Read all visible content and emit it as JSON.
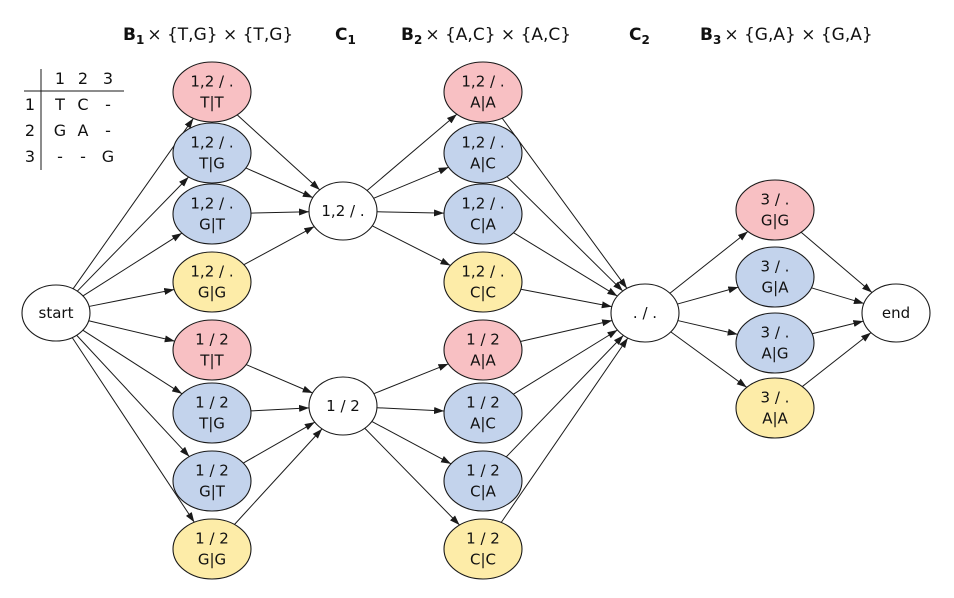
{
  "colors": {
    "red": "#f8c0c3",
    "blue": "#c3d3ec",
    "yellow": "#fdeca8",
    "white": "#ffffff"
  },
  "headers": [
    {
      "id": "b1",
      "bold": "B",
      "sub": "1",
      "rest": "× {T,G} × {T,G}"
    },
    {
      "id": "c1",
      "bold": "C",
      "sub": "1",
      "rest": ""
    },
    {
      "id": "b2",
      "bold": "B",
      "sub": "2",
      "rest": "× {A,C} × {A,C}"
    },
    {
      "id": "c2",
      "bold": "C",
      "sub": "2",
      "rest": ""
    },
    {
      "id": "b3",
      "bold": "B",
      "sub": "3",
      "rest": "× {G,A} × {G,A}"
    }
  ],
  "table": {
    "col_headers": [
      "1",
      "2",
      "3"
    ],
    "rows": [
      {
        "label": "1",
        "cells": [
          "T",
          "C",
          "-"
        ]
      },
      {
        "label": "2",
        "cells": [
          "G",
          "A",
          "-"
        ]
      },
      {
        "label": "3",
        "cells": [
          "-",
          "-",
          "G"
        ]
      }
    ]
  },
  "nodes": [
    {
      "id": "start",
      "lines": [
        "start"
      ],
      "color": "white"
    },
    {
      "id": "b1_0",
      "lines": [
        "1,2 / .",
        "T|T"
      ],
      "color": "red"
    },
    {
      "id": "b1_1",
      "lines": [
        "1,2 / .",
        "T|G"
      ],
      "color": "blue"
    },
    {
      "id": "b1_2",
      "lines": [
        "1,2 / .",
        "G|T"
      ],
      "color": "blue"
    },
    {
      "id": "b1_3",
      "lines": [
        "1,2 / .",
        "G|G"
      ],
      "color": "yellow"
    },
    {
      "id": "b1_4",
      "lines": [
        "1 / 2",
        "T|T"
      ],
      "color": "red"
    },
    {
      "id": "b1_5",
      "lines": [
        "1 / 2",
        "T|G"
      ],
      "color": "blue"
    },
    {
      "id": "b1_6",
      "lines": [
        "1 / 2",
        "G|T"
      ],
      "color": "blue"
    },
    {
      "id": "b1_7",
      "lines": [
        "1 / 2",
        "G|G"
      ],
      "color": "yellow"
    },
    {
      "id": "c1_0",
      "lines": [
        "1,2 / ."
      ],
      "color": "white"
    },
    {
      "id": "c1_1",
      "lines": [
        "1 / 2"
      ],
      "color": "white"
    },
    {
      "id": "b2_0",
      "lines": [
        "1,2 / .",
        "A|A"
      ],
      "color": "red"
    },
    {
      "id": "b2_1",
      "lines": [
        "1,2 / .",
        "A|C"
      ],
      "color": "blue"
    },
    {
      "id": "b2_2",
      "lines": [
        "1,2 / .",
        "C|A"
      ],
      "color": "blue"
    },
    {
      "id": "b2_3",
      "lines": [
        "1,2 / .",
        "C|C"
      ],
      "color": "yellow"
    },
    {
      "id": "b2_4",
      "lines": [
        "1 / 2",
        "A|A"
      ],
      "color": "red"
    },
    {
      "id": "b2_5",
      "lines": [
        "1 / 2",
        "A|C"
      ],
      "color": "blue"
    },
    {
      "id": "b2_6",
      "lines": [
        "1 / 2",
        "C|A"
      ],
      "color": "blue"
    },
    {
      "id": "b2_7",
      "lines": [
        "1 / 2",
        "C|C"
      ],
      "color": "yellow"
    },
    {
      "id": "c2_0",
      "lines": [
        ". / ."
      ],
      "color": "white"
    },
    {
      "id": "b3_0",
      "lines": [
        "3 / .",
        "G|G"
      ],
      "color": "red"
    },
    {
      "id": "b3_1",
      "lines": [
        "3 / .",
        "G|A"
      ],
      "color": "blue"
    },
    {
      "id": "b3_2",
      "lines": [
        "3 / .",
        "A|G"
      ],
      "color": "blue"
    },
    {
      "id": "b3_3",
      "lines": [
        "3 / .",
        "A|A"
      ],
      "color": "yellow"
    },
    {
      "id": "end",
      "lines": [
        "end"
      ],
      "color": "white"
    }
  ],
  "edges": [
    [
      "start",
      "b1_0"
    ],
    [
      "start",
      "b1_1"
    ],
    [
      "start",
      "b1_2"
    ],
    [
      "start",
      "b1_3"
    ],
    [
      "start",
      "b1_4"
    ],
    [
      "start",
      "b1_5"
    ],
    [
      "start",
      "b1_6"
    ],
    [
      "start",
      "b1_7"
    ],
    [
      "b1_0",
      "c1_0"
    ],
    [
      "b1_1",
      "c1_0"
    ],
    [
      "b1_2",
      "c1_0"
    ],
    [
      "b1_3",
      "c1_0"
    ],
    [
      "b1_4",
      "c1_1"
    ],
    [
      "b1_5",
      "c1_1"
    ],
    [
      "b1_6",
      "c1_1"
    ],
    [
      "b1_7",
      "c1_1"
    ],
    [
      "c1_0",
      "b2_0"
    ],
    [
      "c1_0",
      "b2_1"
    ],
    [
      "c1_0",
      "b2_2"
    ],
    [
      "c1_0",
      "b2_3"
    ],
    [
      "c1_1",
      "b2_4"
    ],
    [
      "c1_1",
      "b2_5"
    ],
    [
      "c1_1",
      "b2_6"
    ],
    [
      "c1_1",
      "b2_7"
    ],
    [
      "b2_0",
      "c2_0"
    ],
    [
      "b2_1",
      "c2_0"
    ],
    [
      "b2_2",
      "c2_0"
    ],
    [
      "b2_3",
      "c2_0"
    ],
    [
      "b2_4",
      "c2_0"
    ],
    [
      "b2_5",
      "c2_0"
    ],
    [
      "b2_6",
      "c2_0"
    ],
    [
      "b2_7",
      "c2_0"
    ],
    [
      "c2_0",
      "b3_0"
    ],
    [
      "c2_0",
      "b3_1"
    ],
    [
      "c2_0",
      "b3_2"
    ],
    [
      "c2_0",
      "b3_3"
    ],
    [
      "b3_0",
      "end"
    ],
    [
      "b3_1",
      "end"
    ],
    [
      "b3_2",
      "end"
    ],
    [
      "b3_3",
      "end"
    ]
  ]
}
